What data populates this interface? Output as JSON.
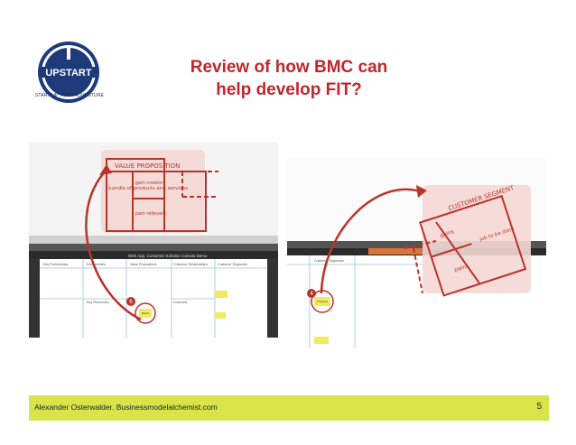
{
  "slide": {
    "title_line1": "Review of how BMC can",
    "title_line2": "help develop FIT?",
    "footer_text": "Alexander Osterwalder. Businessmodelalchemist.com",
    "page_number": "5"
  },
  "logo": {
    "name": "UPSTART",
    "tagline": "START UP YOUR ADVENTURE"
  },
  "left_screenshot": {
    "app_bar": "Web App: Customer Solution Canvas Demo",
    "columns": [
      "Key Partnerships",
      "Key Activities",
      "Value Propositions",
      "Customer Relationships",
      "Customer Segments"
    ],
    "lower_cols": [
      "Key Resources",
      "Channels"
    ],
    "sketch_title": "VALUE PROPOSITION",
    "sketch_items": [
      "bundle of products and services",
      "gain creators",
      "pain relievers"
    ],
    "step_number": "6",
    "sticky": "Brand"
  },
  "right_screenshot": {
    "columns": [
      "Customer Segments"
    ],
    "sketch_title": "CUSTOMER SEGMENT",
    "sketch_items": [
      "gains",
      "job to be done",
      "pains"
    ],
    "step_number": "4",
    "sticky": "Travelers"
  },
  "colors": {
    "title": "#c0272d",
    "sketch": "#b9332b",
    "footer_bg": "#d9e44a"
  }
}
